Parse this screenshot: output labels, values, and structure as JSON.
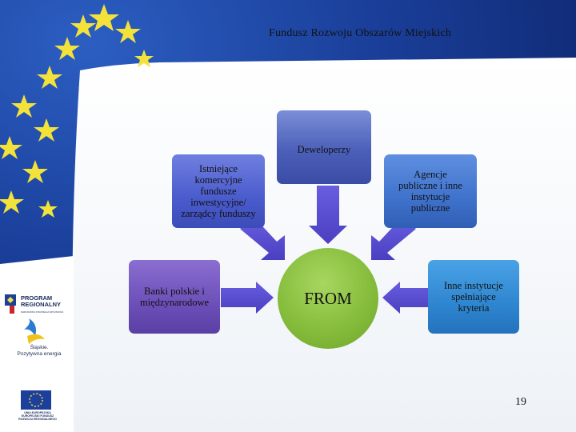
{
  "title": "Fundusz Rozwoju Obszarów Miejskich",
  "nodes": {
    "developers": "Deweloperzy",
    "funds": "Istniejące\nkomercyjne\nfundusze\ninwestycyjne/\nzarządcy funduszy",
    "agencies": "Agencje\npubliczne i inne\ninstytucje\npubliczne",
    "banks": "Banki polskie i\nmiędzynarodowe",
    "other": "Inne instytucje\nspełniające\nkryteria",
    "center": "FROM"
  },
  "logos": {
    "program_title": "PROGRAM\nREGIONALNY",
    "program_sub": "NARODOWA STRATEGIA SPÓJNOŚCI",
    "silesia": "Śląskie.\nPozytywna energia",
    "eu": "UNIA EUROPEJSKA\nEUROPEJSKI FUNDUSZ\nROZWOJU REGIONALNEGO"
  },
  "page_number": "19",
  "colors": {
    "eu_blue": "#1d3f9c",
    "star_yellow": "#f2e23a",
    "arrow_purple": "#5a4fd0",
    "center_green": "#86bd3c"
  }
}
